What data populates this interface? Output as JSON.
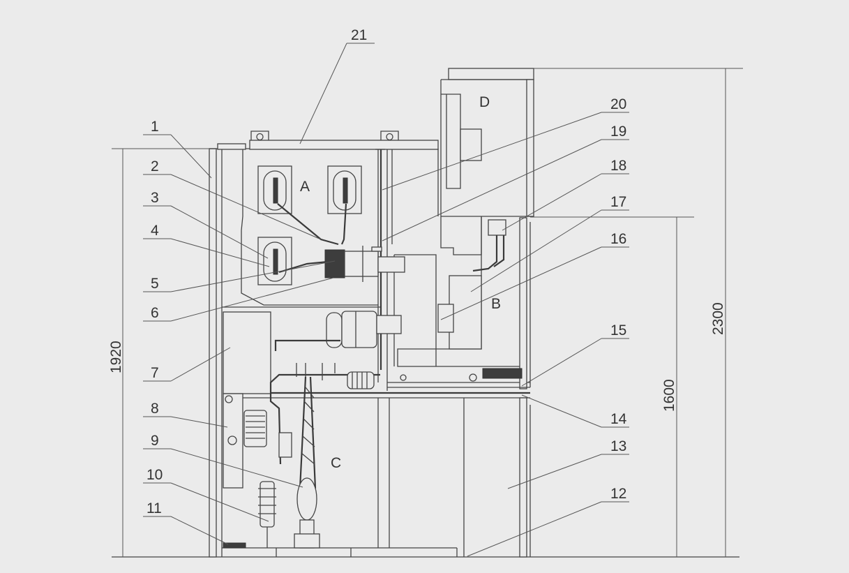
{
  "callouts": [
    "1",
    "2",
    "3",
    "4",
    "5",
    "6",
    "7",
    "8",
    "9",
    "10",
    "11",
    "12",
    "13",
    "14",
    "15",
    "16",
    "17",
    "18",
    "19",
    "20",
    "21"
  ],
  "compartments": {
    "a": "A",
    "b": "B",
    "c": "C",
    "d": "D"
  },
  "dimensions": {
    "total_height": "2300",
    "cabinet_height": "1920",
    "lower_height": "1600"
  },
  "colors": {
    "background": "#ebebeb",
    "line": "#444444",
    "fill_dark": "#3d3d3d"
  }
}
